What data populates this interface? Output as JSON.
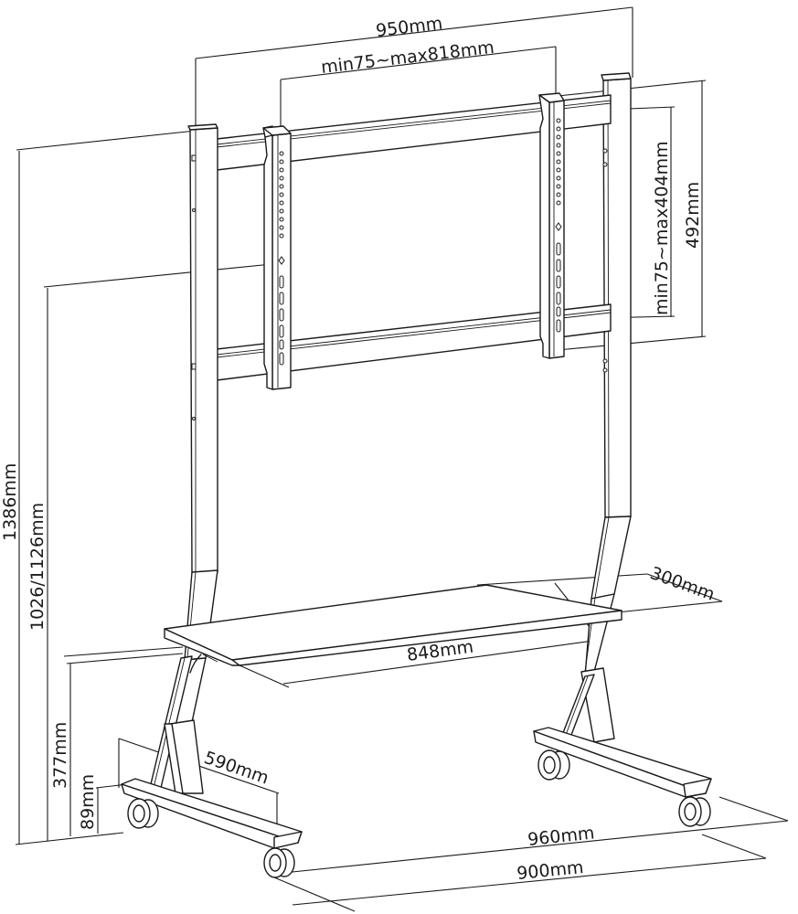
{
  "diagram": {
    "subject": "mobile TV floor stand with shelf and caster wheels",
    "line_color": "#1a1a1a",
    "background": "#ffffff",
    "dimensions": {
      "overall_width": "950mm",
      "vesa_horizontal": "min75~max818mm",
      "vesa_vertical": "min75~max404mm",
      "bracket_height": "492mm",
      "overall_height": "1386mm",
      "center_height": "1026/1126mm",
      "shelf_depth": "300mm",
      "shelf_width": "848mm",
      "shelf_height": "377mm",
      "base_height": "89mm",
      "base_depth": "590mm",
      "base_outer_width": "960mm",
      "base_inner_width": "900mm"
    },
    "components": [
      "left-upright",
      "right-upright",
      "upper-crossbar",
      "lower-crossbar",
      "left-vesa-bracket",
      "right-vesa-bracket",
      "shelf",
      "left-base-foot",
      "right-base-foot",
      "caster-wheels"
    ]
  }
}
